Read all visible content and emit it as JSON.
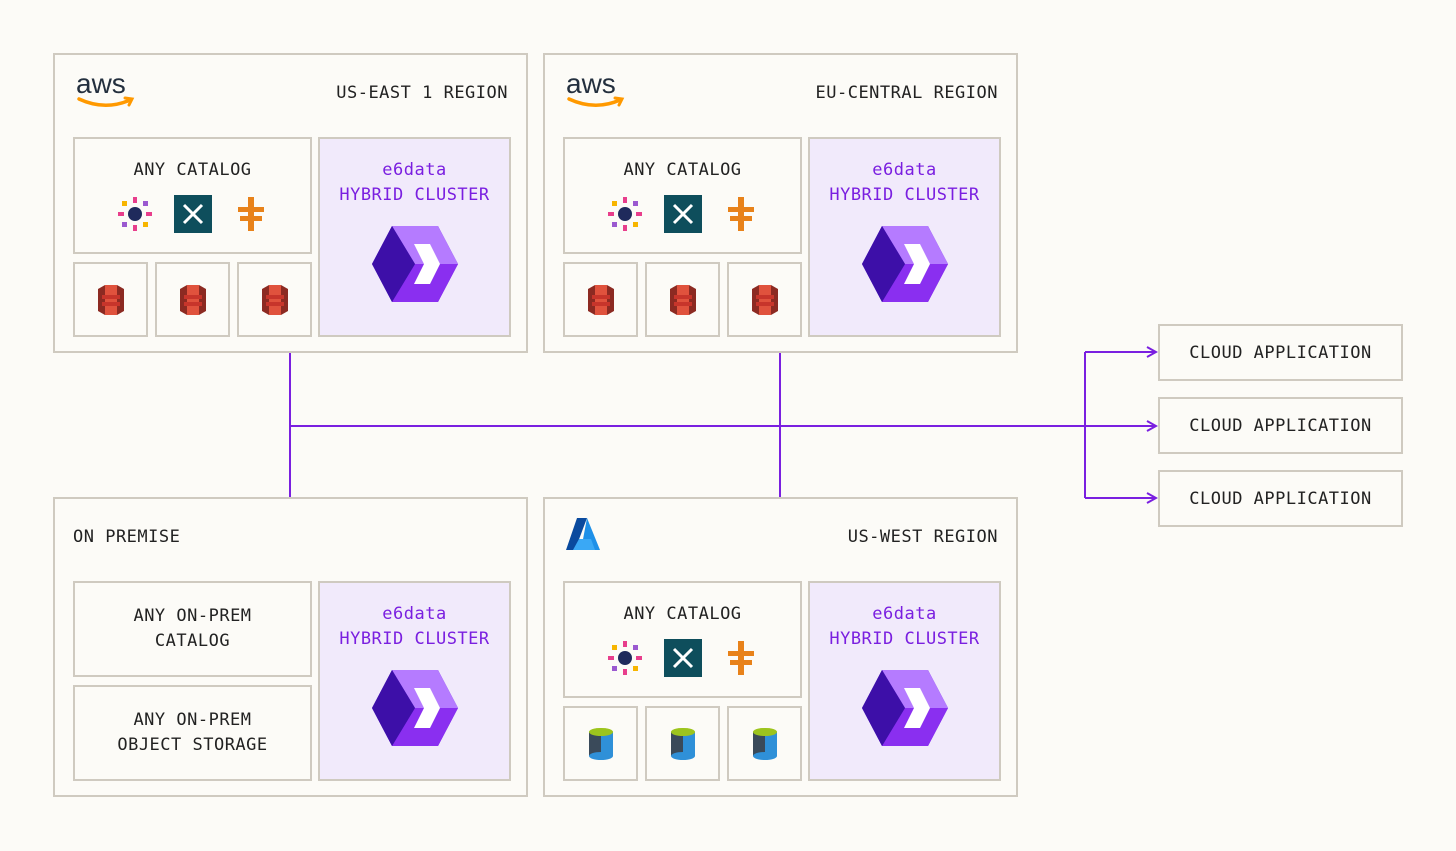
{
  "regions": [
    {
      "id": "us-east",
      "title": "US-EAST 1 REGION",
      "logo_text": "aws",
      "catalog_label": "ANY CATALOG",
      "cluster_line1": "e6data",
      "cluster_line2": "HYBRID CLUSTER",
      "storage_icon": "s3-bucket-icon"
    },
    {
      "id": "eu-central",
      "title": "EU-CENTRAL REGION",
      "logo_text": "aws",
      "catalog_label": "ANY CATALOG",
      "cluster_line1": "e6data",
      "cluster_line2": "HYBRID CLUSTER",
      "storage_icon": "s3-bucket-icon"
    },
    {
      "id": "on-premise",
      "title": "ON PREMISE",
      "catalog_label": "ANY ON-PREM\nCATALOG",
      "storage_label": "ANY ON-PREM\nOBJECT STORAGE",
      "cluster_line1": "e6data",
      "cluster_line2": "HYBRID CLUSTER"
    },
    {
      "id": "us-west",
      "title": "US-WEST REGION",
      "logo_text": "azure",
      "catalog_label": "ANY CATALOG",
      "cluster_line1": "e6data",
      "cluster_line2": "HYBRID CLUSTER",
      "storage_icon": "azure-storage-icon"
    }
  ],
  "cloud_apps": [
    "CLOUD APPLICATION",
    "CLOUD APPLICATION",
    "CLOUD APPLICATION"
  ],
  "catalog_icons": [
    "apache-polaris-icon",
    "unity-catalog-icon",
    "aws-glue-icon"
  ],
  "colors": {
    "accent": "#7a1fe0",
    "border": "#cfcac0",
    "background": "#fcfbf7",
    "cluster_bg": "#f1eafb",
    "aws_orange": "#ff9900",
    "s3_red": "#c7352b",
    "azure_blue": "#0078d4"
  }
}
